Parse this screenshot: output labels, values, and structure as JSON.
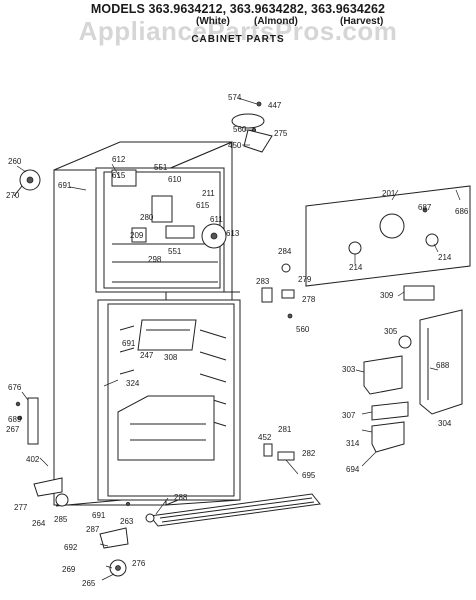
{
  "header": {
    "title": "MODELS 363.9634212, 363.9634282, 363.9634262",
    "variants": [
      "(White)",
      "(Almond)",
      "(Harvest)"
    ],
    "section": "CABINET PARTS",
    "watermark": "AppliancePartsPros.com"
  },
  "callouts": [
    {
      "id": "574"
    },
    {
      "id": "447"
    },
    {
      "id": "560"
    },
    {
      "id": "275"
    },
    {
      "id": "450"
    },
    {
      "id": "260"
    },
    {
      "id": "270"
    },
    {
      "id": "612"
    },
    {
      "id": "615"
    },
    {
      "id": "551"
    },
    {
      "id": "691"
    },
    {
      "id": "610"
    },
    {
      "id": "211"
    },
    {
      "id": "280"
    },
    {
      "id": "615"
    },
    {
      "id": "611"
    },
    {
      "id": "209"
    },
    {
      "id": "613"
    },
    {
      "id": "298"
    },
    {
      "id": "551"
    },
    {
      "id": "201"
    },
    {
      "id": "687"
    },
    {
      "id": "686"
    },
    {
      "id": "214"
    },
    {
      "id": "214"
    },
    {
      "id": "284"
    },
    {
      "id": "279"
    },
    {
      "id": "283"
    },
    {
      "id": "278"
    },
    {
      "id": "560"
    },
    {
      "id": "309"
    },
    {
      "id": "305"
    },
    {
      "id": "691"
    },
    {
      "id": "247"
    },
    {
      "id": "308"
    },
    {
      "id": "324"
    },
    {
      "id": "688"
    },
    {
      "id": "303"
    },
    {
      "id": "676"
    },
    {
      "id": "689"
    },
    {
      "id": "267"
    },
    {
      "id": "307"
    },
    {
      "id": "304"
    },
    {
      "id": "452"
    },
    {
      "id": "281"
    },
    {
      "id": "282"
    },
    {
      "id": "314"
    },
    {
      "id": "695"
    },
    {
      "id": "694"
    },
    {
      "id": "402"
    },
    {
      "id": "277"
    },
    {
      "id": "264"
    },
    {
      "id": "285"
    },
    {
      "id": "288"
    },
    {
      "id": "691"
    },
    {
      "id": "263"
    },
    {
      "id": "287"
    },
    {
      "id": "692"
    },
    {
      "id": "269"
    },
    {
      "id": "276"
    },
    {
      "id": "265"
    }
  ]
}
